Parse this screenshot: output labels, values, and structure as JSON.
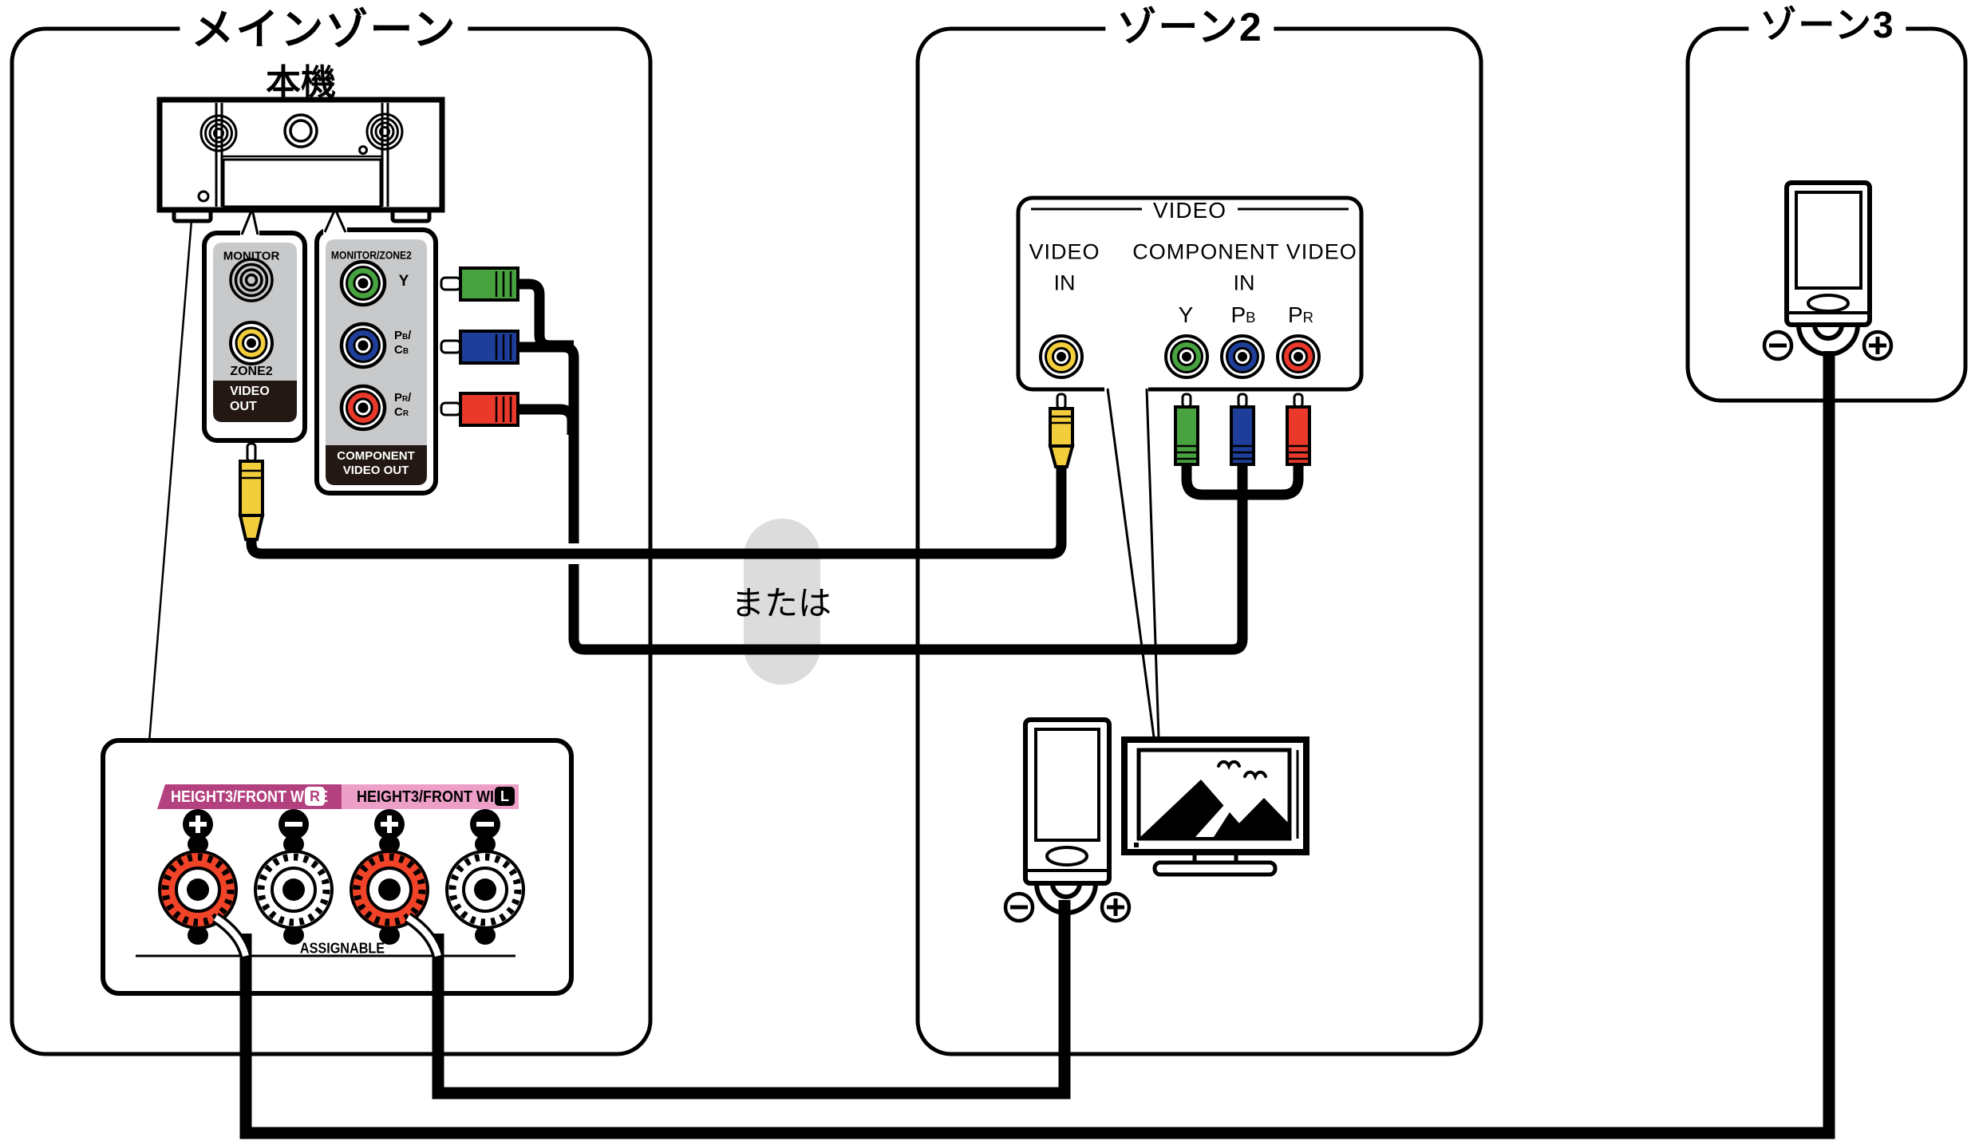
{
  "zones": {
    "main": {
      "title": "メインゾーン",
      "unit_label": "本機"
    },
    "zone2": {
      "title": "ゾーン2"
    },
    "zone3": {
      "title": "ゾーン3"
    }
  },
  "or_label": "または",
  "monitor_panel": {
    "title": "MONITOR",
    "jack_label": "ZONE2",
    "footer_line1": "VIDEO",
    "footer_line2": "OUT"
  },
  "component_panel": {
    "title": "MONITOR/ZONE2",
    "label_y": "Y",
    "label_pb_main": "P",
    "label_pb_sub": "B",
    "label_pb_suffix": "/",
    "label_cb_main": "C",
    "label_cb_sub": "B",
    "label_pr_main": "P",
    "label_pr_sub": "R",
    "label_pr_suffix": "/",
    "label_cr_main": "C",
    "label_cr_sub": "R",
    "footer_line1": "COMPONENT",
    "footer_line2": "VIDEO OUT"
  },
  "zone2_panel": {
    "group_title": "VIDEO",
    "video_in_line1": "VIDEO",
    "video_in_line2": "IN",
    "component_in_line1": "COMPONENT VIDEO",
    "component_in_line2": "IN",
    "label_y": "Y",
    "label_pb_main": "P",
    "label_pb_sub": "B",
    "label_pr_main": "P",
    "label_pr_sub": "R"
  },
  "speaker_terminals": {
    "header_r_label": "HEIGHT3/FRONT WIDE",
    "header_r_badge": "R",
    "header_l_label": "HEIGHT3/FRONT WIDE",
    "header_l_badge": "L",
    "footer": "ASSIGNABLE"
  },
  "colors": {
    "yellow": "#F2CE3C",
    "green": "#47A23F",
    "blue": "#1E3E99",
    "red": "#E8392B",
    "panelgray": "#C8C9CA",
    "footerdark": "#231813",
    "hdr_r": "#B4417F",
    "hdr_l": "#EE9FC8",
    "pill": "#DCDCDC",
    "postred": "#F04327",
    "line": "#000000"
  }
}
